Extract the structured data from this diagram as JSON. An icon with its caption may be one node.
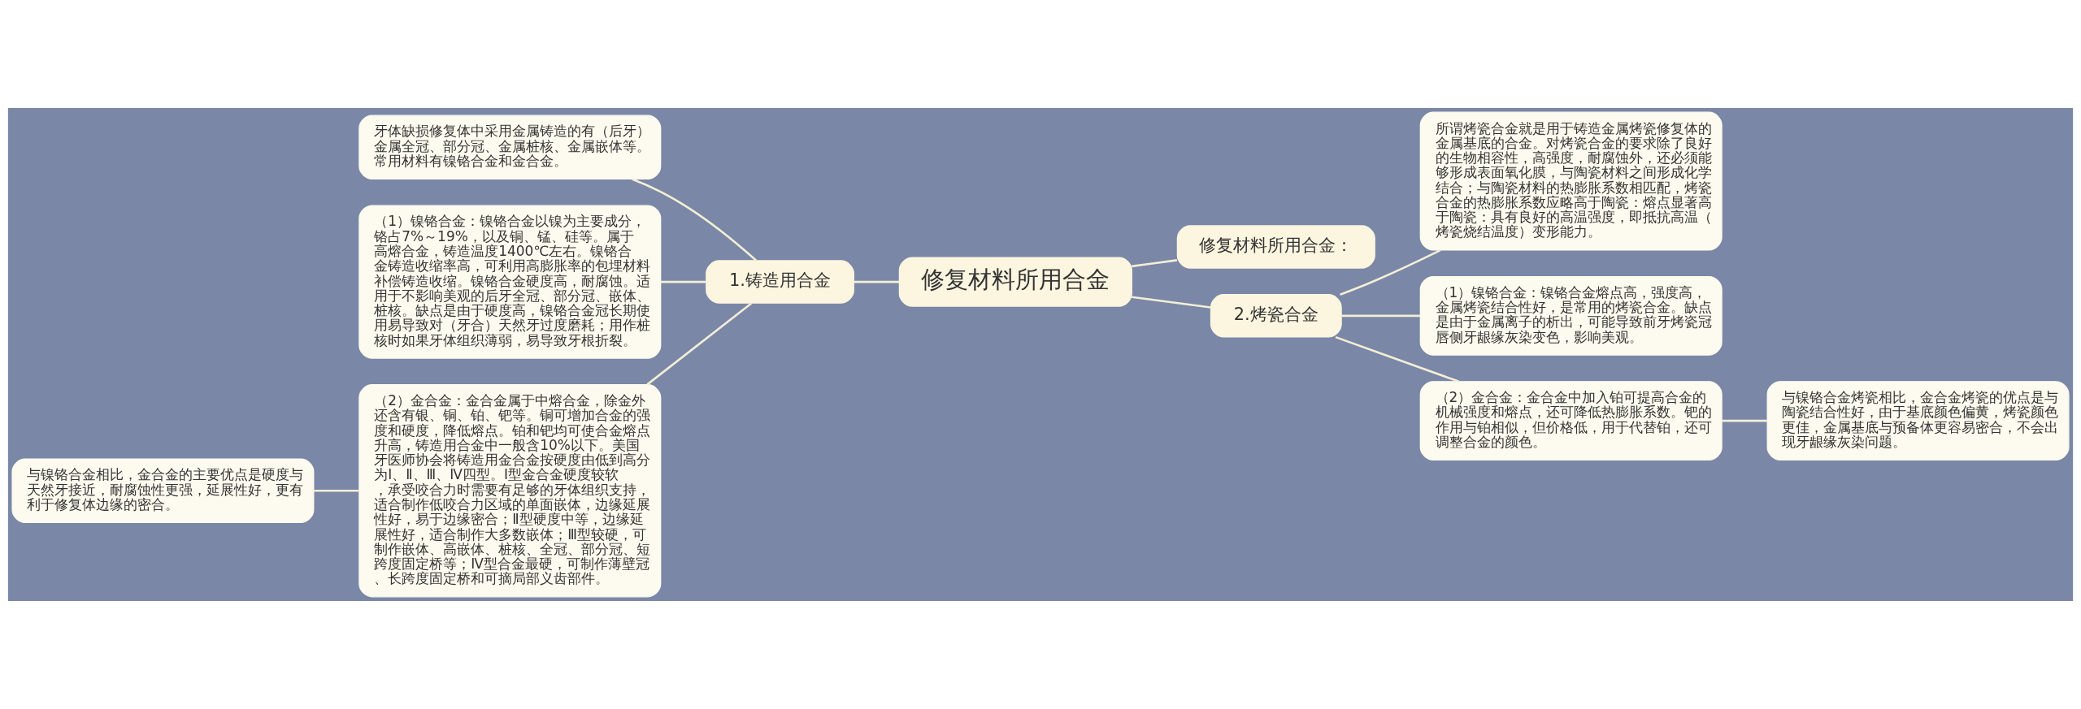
{
  "diagram": {
    "nodes": [
      {
        "text": [
          "修复材料所用合金"
        ]
      },
      {
        "text": [
          "1.铸造用合金"
        ]
      },
      {
        "text": [
          "牙体缺损修复体中采用金属铸造的有（后牙）金属全冠、部分冠、金属桩核、金属嵌体等。常用材料有镍铬合金和金合金。"
        ]
      },
      {
        "text": [
          "（1）镍铬合金：镍铬合金以镍为主要成分，铬占7%～19%，以及铜、锰、硅等。属于高熔合金，铸造温度1400℃左右。镍铬合金铸造收缩率高，可利用高膨胀率的包埋材料补偿铸造收缩。镍铬合金硬度高，耐腐蚀。适用于不影响美观的后牙全冠、部分冠、嵌体、桩核。缺点是由于硬度高，镍铬合金冠长期使用易导致对（牙合）天然牙过度磨耗；用作桩核时如果牙体组织薄弱，易导致牙根折裂。"
        ]
      },
      {
        "text": [
          "（2）金合金：金合金属于中熔合金，除金外还含有银、铜、铂、钯等。铜可增加合金的强度和硬度，降低熔点。铂和钯均可使合金熔点升高，铸造用合金中一般含10%以下。美国牙医师协会将铸造用金合金按硬度由低到高分为Ⅰ、Ⅱ、Ⅲ、Ⅳ四型。Ⅰ型金合金硬度较软，承受咬合力时需要有足够的牙体组织支持，适合制作低咬合力区域的单面嵌体，边缘延展性好，易于边缘密合；Ⅱ型硬度中等，边缘延展性好，适合制作大多数嵌体；Ⅲ型较硬，可制作嵌体、高嵌体、桩核、全冠、部分冠、短跨度固定桥等；Ⅳ型合金最硬，可制作薄壁冠、长跨度固定桥和可摘局部义齿部件。"
        ]
      },
      {
        "text": [
          "与镍铬合金相比，金合金的主要优点是硬度与天然牙接近，耐腐蚀性更强，延展性好，更有利于修复体边缘的密合。"
        ]
      },
      {
        "text": [
          "修复材料所用合金："
        ]
      },
      {
        "text": [
          "2.烤瓷合金"
        ]
      },
      {
        "text": [
          "所谓烤瓷合金就是用于铸造金属烤瓷修复体的金属基底的合金。对烤瓷合金的要求除了良好的生物相容性，高强度，耐腐蚀外，还必须能够形成表面氧化膜，与陶瓷材料之间形成化学结合；与陶瓷材料的热膨胀系数相匹配，烤瓷合金的热膨胀系数应略高于陶瓷：熔点显著高于陶瓷：具有良好的高温强度，即抵抗高温（烤瓷烧结温度）变形能力。"
        ]
      },
      {
        "text": [
          "（1）镍铬合金：镍铬合金熔点高，强度高，金属烤瓷结合性好，是常用的烤瓷合金。缺点是由于金属离子的析出，可能导致前牙烤瓷冠唇侧牙龈缘灰染变色，影响美观。"
        ]
      },
      {
        "text": [
          "（2）金合金：金合金中加入铂可提高合金的机械强度和熔点，还可降低热膨胀系数。钯的作用与铂相似，但价格低，用于代替铂，还可调整合金的颜色。"
        ]
      },
      {
        "text": [
          "与镍铬合金烤瓷相比，金合金烤瓷的优点是与陶瓷结合性好，由于基底颜色偏黄，烤瓷颜色更佳，金属基底与预备体更容易密合，不会出现牙龈缘灰染问题。"
        ]
      }
    ],
    "edges": [
      {
        "from": 1,
        "to": 0,
        "arrow": "none"
      },
      {
        "from": 2,
        "to": 1,
        "arrow": "none"
      },
      {
        "from": 3,
        "to": 1,
        "arrow": "none"
      },
      {
        "from": 4,
        "to": 1,
        "arrow": "none"
      },
      {
        "from": 5,
        "to": 4,
        "arrow": "none"
      },
      {
        "from": 0,
        "to": 6,
        "arrow": "none"
      },
      {
        "from": 0,
        "to": 7,
        "arrow": "none"
      },
      {
        "from": 7,
        "to": 8,
        "arrow": "none"
      },
      {
        "from": 7,
        "to": 9,
        "arrow": "none"
      },
      {
        "from": 7,
        "to": 10,
        "arrow": "none"
      },
      {
        "from": 10,
        "to": 11,
        "arrow": "none"
      }
    ]
  }
}
